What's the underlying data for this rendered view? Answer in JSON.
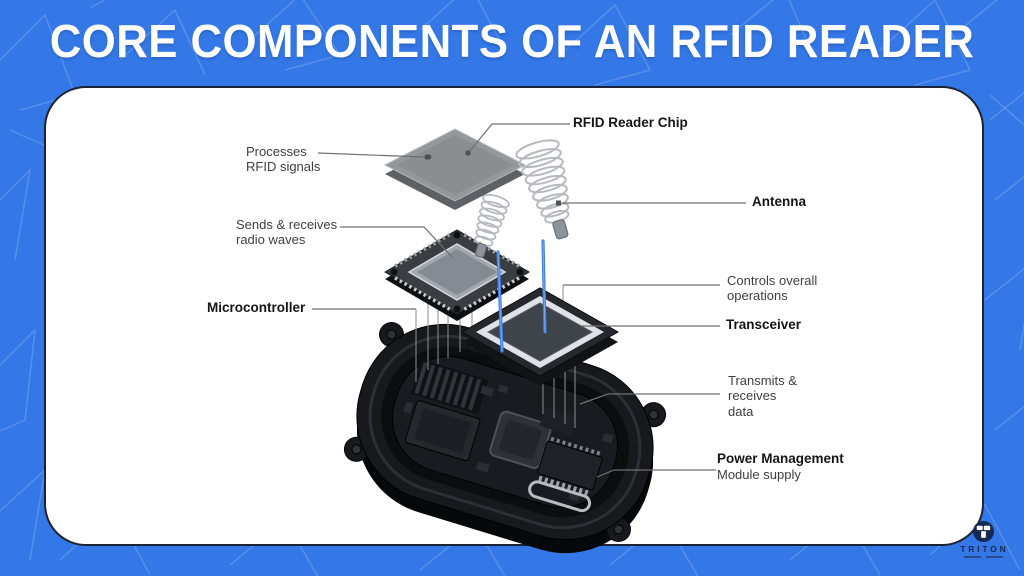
{
  "title": "CORE COMPONENTS OF AN RFID READER",
  "labels": {
    "processes": {
      "text": "Processes\nRFID signals"
    },
    "rfid_chip": {
      "text": "RFID Reader Chip"
    },
    "sends": {
      "text": "Sends & receives\nradio waves"
    },
    "antenna": {
      "text": "Antenna"
    },
    "microcontroller": {
      "text": "Microcontroller"
    },
    "controls": {
      "text": "Controls overall\noperations"
    },
    "transceiver": {
      "text": "Transceiver"
    },
    "transmits": {
      "text": "Transmits &\nreceives\ndata"
    },
    "power_title": {
      "text": "Power Management"
    },
    "power_sub": {
      "text": "Module supply"
    }
  },
  "logo": {
    "brand": "TRITON"
  },
  "colors": {
    "background": "#3478e7",
    "pattern_line": "rgba(255,255,255,0.17)",
    "card_border": "#1c2333",
    "wire_blue": "#3f7ee2",
    "leader_line": "#6f6f6f",
    "label_text": "#3f3f3f",
    "label_bold_text": "#141414",
    "logo_navy": "#142a52"
  }
}
